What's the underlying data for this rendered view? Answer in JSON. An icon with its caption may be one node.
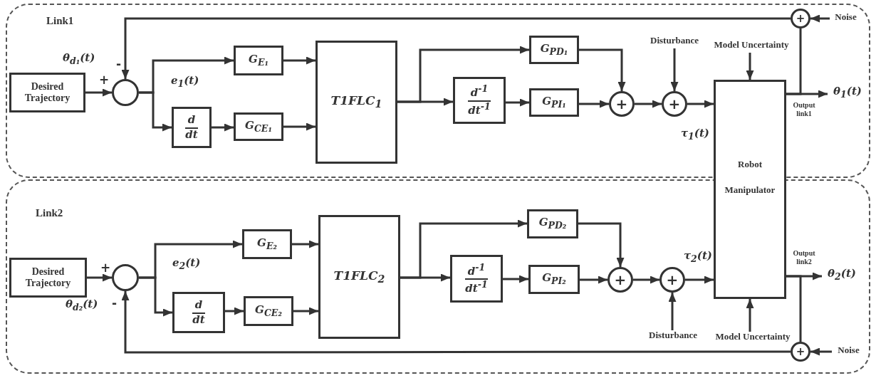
{
  "diagram": {
    "nodes": [
      {
        "text": [
          "Link1"
        ]
      },
      {
        "text": [
          "Desired Trajectory"
        ],
        "in": 0
      },
      {
        "text": [],
        "shape": "circle",
        "in": 0
      },
      {
        "text": [
          "G$_{E₁}$"
        ],
        "in": 0
      },
      {
        "text": [
          "d",
          "dt"
        ],
        "in": 0
      },
      {
        "text": [
          "G$_{CE₁}$"
        ],
        "in": 0
      },
      {
        "text": [
          "T1FLC$_{1}$"
        ],
        "in": 0
      },
      {
        "text": [
          "G$_{PD₁}$"
        ],
        "in": 0
      },
      {
        "text": [
          "d$^{-1}$",
          "dt$^{-1}$"
        ],
        "in": 0
      },
      {
        "text": [
          "G$_{PI₁}$"
        ],
        "in": 0
      },
      {
        "text": [
          "+"
        ],
        "in": 0
      },
      {
        "text": [
          "+"
        ],
        "in": 0
      },
      {
        "text": [
          "+"
        ],
        "in": 0
      },
      {
        "text": [
          "Disturbance"
        ],
        "in": 0
      },
      {
        "text": [
          "Model Uncertainty"
        ],
        "in": 0
      },
      {
        "text": [
          "Noise"
        ],
        "in": 0
      },
      {
        "text": [
          "Link2"
        ]
      },
      {
        "text": [
          "Desired Trajectory"
        ],
        "in": 16
      },
      {
        "text": [],
        "shape": "circle",
        "in": 16
      },
      {
        "text": [
          "G$_{E₂}$"
        ],
        "in": 16
      },
      {
        "text": [
          "d",
          "dt"
        ],
        "in": 16
      },
      {
        "text": [
          "G$_{CE₂}$"
        ],
        "in": 16
      },
      {
        "text": [
          "T1FLC$_{2}$"
        ],
        "in": 16
      },
      {
        "text": [
          "G$_{PD₂}$"
        ],
        "in": 16
      },
      {
        "text": [
          "d$^{-1}$",
          "dt$^{-1}$"
        ],
        "in": 16
      },
      {
        "text": [
          "G$_{PI₂}$"
        ],
        "in": 16
      },
      {
        "text": [
          "+"
        ],
        "in": 16
      },
      {
        "text": [
          "+"
        ],
        "in": 16
      },
      {
        "text": [
          "+"
        ],
        "in": 16
      },
      {
        "text": [
          "Disturbance"
        ],
        "in": 16
      },
      {
        "text": [
          "Model Uncertainty"
        ],
        "in": 16
      },
      {
        "text": [
          "Noise"
        ],
        "in": 16
      },
      {
        "text": [
          "Robot Manipulator"
        ],
        "beside": [
          "Output link1",
          "Output link2"
        ]
      },
      {
        "text": [
          "θ$_{1}$(t)"
        ],
        "in": 0
      },
      {
        "text": [
          "θ$_{2}$(t)"
        ],
        "in": 16
      }
    ],
    "edges": [
      {
        "from": 1,
        "to": 2,
        "arrow": "to"
      },
      {
        "from": 2,
        "to": 3,
        "arrow": "to"
      },
      {
        "from": 2,
        "to": 4,
        "arrow": "to"
      },
      {
        "from": 3,
        "to": 6,
        "arrow": "to"
      },
      {
        "from": 4,
        "to": 5,
        "arrow": "to"
      },
      {
        "from": 5,
        "to": 6,
        "arrow": "to"
      },
      {
        "from": 6,
        "to": 7,
        "arrow": "to"
      },
      {
        "from": 6,
        "to": 8,
        "arrow": "to"
      },
      {
        "from": 8,
        "to": 9,
        "arrow": "to"
      },
      {
        "from": 7,
        "to": 10,
        "arrow": "to"
      },
      {
        "from": 9,
        "to": 10,
        "arrow": "to"
      },
      {
        "from": 10,
        "to": 11,
        "arrow": "to"
      },
      {
        "from": 13,
        "to": 11,
        "arrow": "to"
      },
      {
        "from": 11,
        "to": 32,
        "arrow": "to"
      },
      {
        "from": 14,
        "to": 32,
        "arrow": "to"
      },
      {
        "from": 32,
        "to": 33,
        "arrow": "to"
      },
      {
        "from": 32,
        "to": 12,
        "arrow": "none"
      },
      {
        "from": 15,
        "to": 12,
        "arrow": "to"
      },
      {
        "from": 12,
        "to": 2,
        "arrow": "to"
      },
      {
        "from": 17,
        "to": 18,
        "arrow": "to"
      },
      {
        "from": 18,
        "to": 19,
        "arrow": "to"
      },
      {
        "from": 18,
        "to": 20,
        "arrow": "to"
      },
      {
        "from": 19,
        "to": 22,
        "arrow": "to"
      },
      {
        "from": 20,
        "to": 21,
        "arrow": "to"
      },
      {
        "from": 21,
        "to": 22,
        "arrow": "to"
      },
      {
        "from": 22,
        "to": 23,
        "arrow": "to"
      },
      {
        "from": 22,
        "to": 24,
        "arrow": "to"
      },
      {
        "from": 24,
        "to": 25,
        "arrow": "to"
      },
      {
        "from": 23,
        "to": 26,
        "arrow": "to"
      },
      {
        "from": 25,
        "to": 26,
        "arrow": "to"
      },
      {
        "from": 26,
        "to": 27,
        "arrow": "to"
      },
      {
        "from": 29,
        "to": 27,
        "arrow": "to"
      },
      {
        "from": 27,
        "to": 32,
        "arrow": "to"
      },
      {
        "from": 30,
        "to": 32,
        "arrow": "to"
      },
      {
        "from": 32,
        "to": 34,
        "arrow": "to"
      },
      {
        "from": 32,
        "to": 28,
        "arrow": "none"
      },
      {
        "from": 31,
        "to": 28,
        "arrow": "to"
      },
      {
        "from": 28,
        "to": 18,
        "arrow": "to"
      }
    ],
    "labels": [
      "θ$_{d₁}$(t)",
      "+",
      "-",
      "e$_{1}$(t)",
      "τ$_{1}$(t)",
      "+",
      "θ$_{d₂}$(t)",
      "-",
      "e$_{2}$(t)",
      "τ$_{2}$(t)"
    ]
  }
}
